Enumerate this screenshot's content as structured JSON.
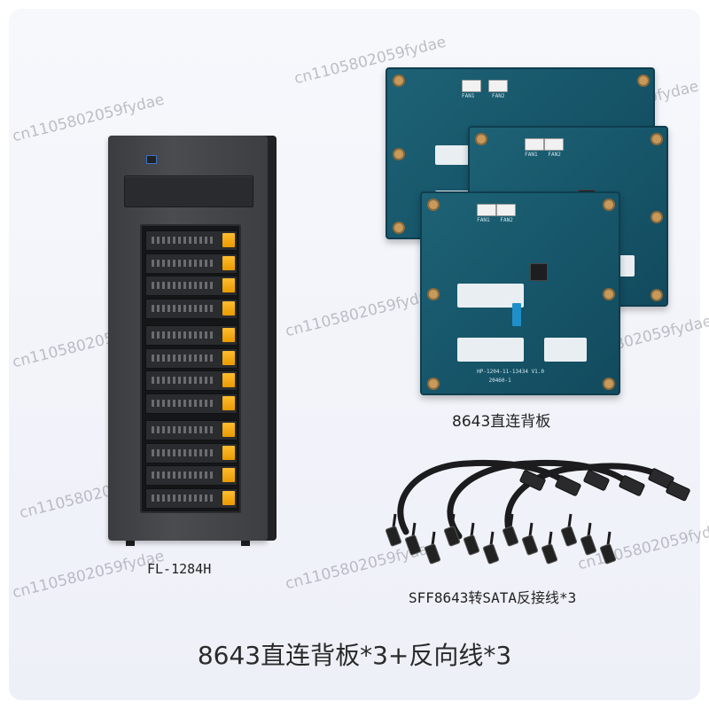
{
  "watermark_text": "cn1105802059fydae",
  "product": {
    "case_label": "FL-1284H",
    "backplane_label": "8643直连背板",
    "cable_label": "SFF8643转SATA反接线*3",
    "bundle_title": "8643直连背板*3+反向线*3"
  },
  "pcb": {
    "fan1": "FAN1",
    "fan2": "FAN2",
    "model": "HP-1204-11-13434 V1.0",
    "date": "20460-1"
  },
  "colors": {
    "pcb": "#17566a",
    "drive_latch": "#f0a500",
    "case": "#3f4144",
    "text": "#222222"
  }
}
